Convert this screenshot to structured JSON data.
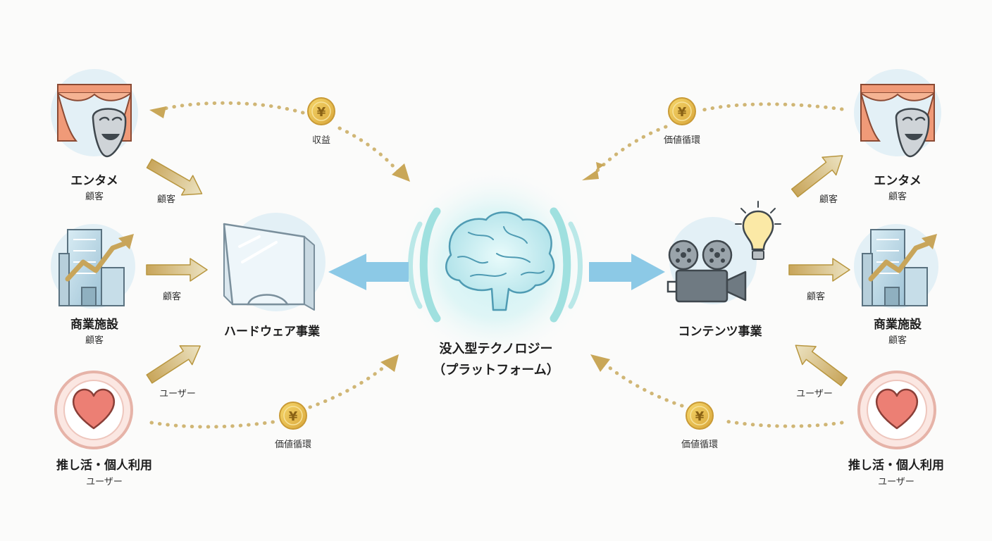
{
  "center": {
    "line1": "没入型テクノロジー",
    "line2": "（プラットフォーム）"
  },
  "hardware": {
    "label": "ハードウェア事業"
  },
  "content": {
    "label": "コンテンツ事業"
  },
  "left": {
    "enta": {
      "title": "エンタメ",
      "sub": "顧客"
    },
    "commercial": {
      "title": "商業施設",
      "sub": "顧客"
    },
    "oshi": {
      "title": "推し活・個人利用",
      "sub": "ユーザー"
    },
    "arrow_enta": "顧客",
    "arrow_commercial": "顧客",
    "arrow_oshi": "ユーザー",
    "flow_top": "収益",
    "flow_bottom": "価値循環"
  },
  "right": {
    "enta": {
      "title": "エンタメ",
      "sub": "顧客"
    },
    "commercial": {
      "title": "商業施設",
      "sub": "顧客"
    },
    "oshi": {
      "title": "推し活・個人利用",
      "sub": "ユーザー"
    },
    "arrow_enta": "顧客",
    "arrow_commercial": "顧客",
    "arrow_oshi": "ユーザー",
    "flow_top": "価値循環",
    "flow_bottom": "価値循環"
  },
  "coin_symbol": "¥",
  "colors": {
    "gold": "#c9a758",
    "dots": "#d0b675",
    "blue_arrow": "#8cc9e6",
    "curtain": "#f09a78",
    "heart": "#ec7f74"
  }
}
